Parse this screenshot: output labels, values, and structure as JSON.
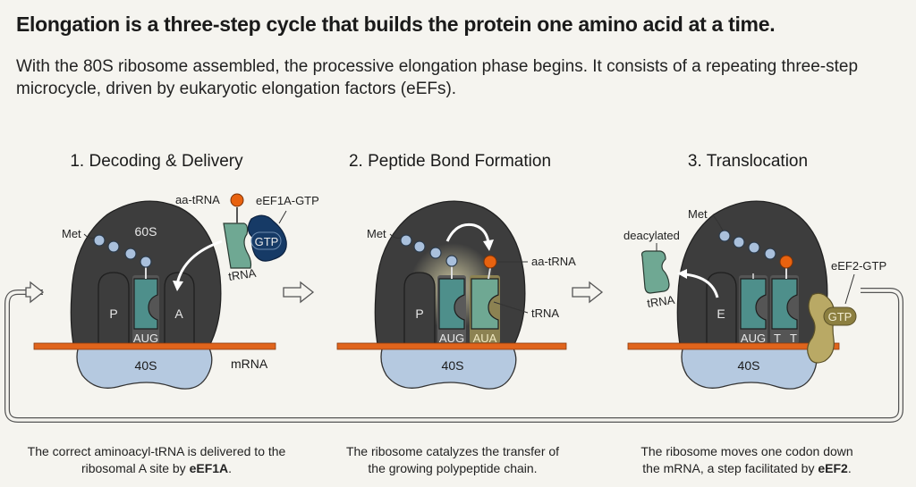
{
  "header": {
    "title": "Elongation is a three-step cycle that builds the protein one amino acid at a time.",
    "subtitle": "With the 80S ribosome assembled, the processive elongation phase begins. It consists of a repeating three-step microcycle, driven by eukaryotic elongation factors (eEFs)."
  },
  "colors": {
    "background": "#f5f4ef",
    "large_subunit": "#3d3d3d",
    "small_subunit": "#b5c9e0",
    "mrna": "#e0641c",
    "trna": "#4e8f8b",
    "incoming_trna": "#6fa893",
    "amino_acid": "#a9c0dc",
    "aa_tRNA_dot": "#e8620f",
    "eef1a": "#163a66",
    "eef2": "#b9a965"
  },
  "steps": [
    {
      "title": "1. Decoding & Delivery",
      "labels": {
        "met": "Met",
        "large": "60S",
        "small": "40S",
        "p_site": "P",
        "a_site": "A",
        "codon": "AUG",
        "aa_trna": "aa-tRNA",
        "factor": "eEF1A-GTP",
        "gtp": "GTP",
        "trna": "tRNA",
        "mrna": "mRNA"
      },
      "caption_text": "The correct aminoacyl-tRNA is delivered to the ribosomal A site by ",
      "caption_bold": "eEF1A",
      "caption_end": "."
    },
    {
      "title": "2. Peptide Bond Formation",
      "labels": {
        "met": "Met",
        "small": "40S",
        "p_site": "P",
        "codon1": "AUG",
        "codon2": "AUA",
        "aa_trna": "aa-tRNA",
        "trna": "tRNA"
      },
      "caption_text": "The ribosome catalyzes the transfer of the growing polypeptide chain.",
      "caption_bold": "",
      "caption_end": ""
    },
    {
      "title": "3. Translocation",
      "labels": {
        "met": "Met",
        "small": "40S",
        "e_site": "E",
        "codon1": "AUG",
        "codon2": "T",
        "codon3": "T",
        "deacylated": "deacylated",
        "trna": "tRNA",
        "factor": "eEF2-GTP",
        "gtp": "GTP"
      },
      "caption_text": "The ribosome moves one codon down the mRNA, a step facilitated by ",
      "caption_bold": "eEF2",
      "caption_end": "."
    }
  ]
}
